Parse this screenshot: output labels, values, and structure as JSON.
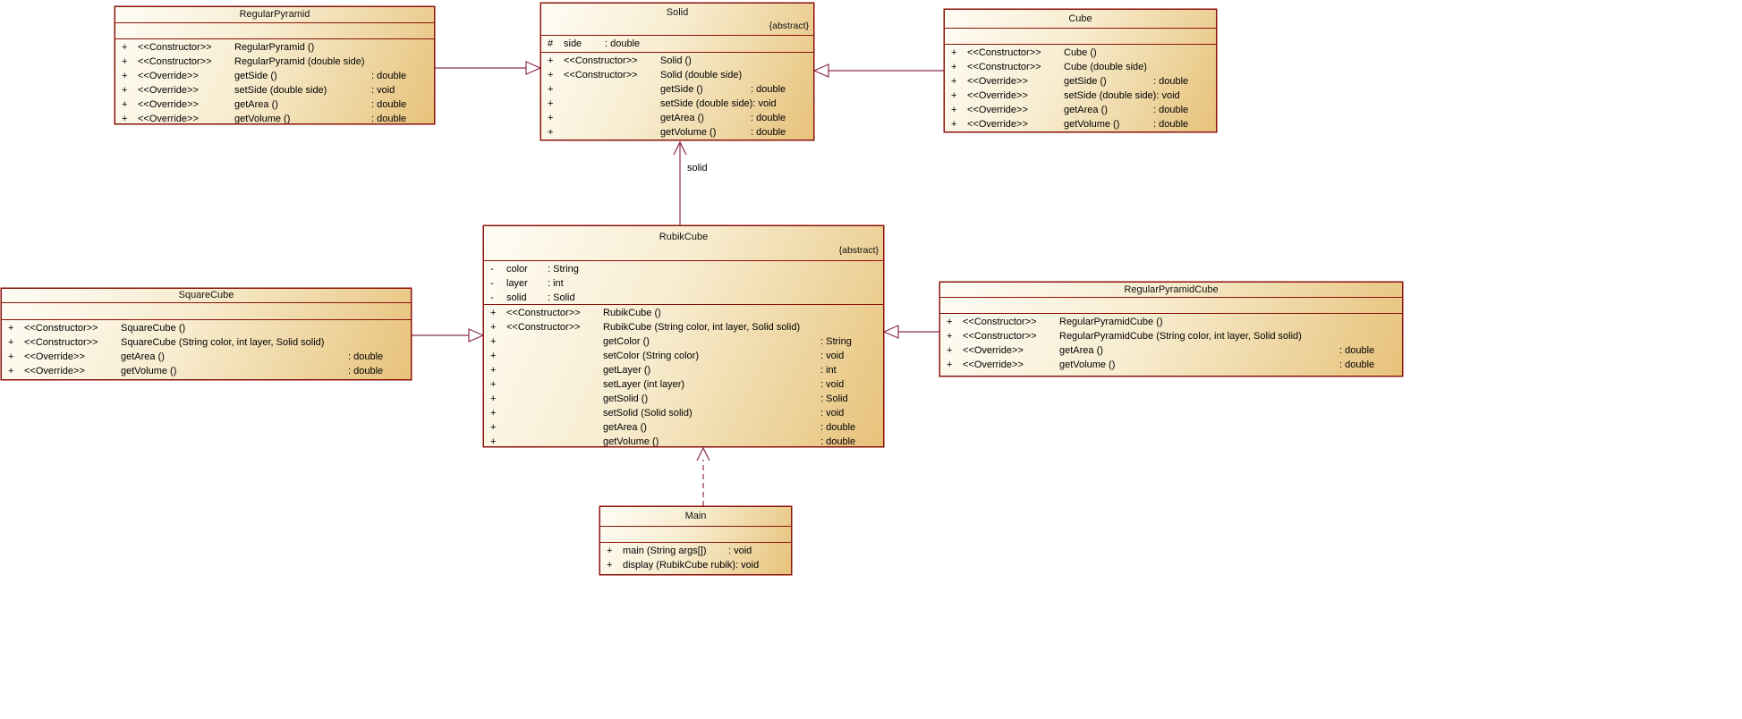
{
  "diagram": {
    "labels": {
      "solid_assoc": "solid"
    },
    "classes": [
      {
        "id": "regular-pyramid",
        "name": "RegularPyramid",
        "abstract_tag": "",
        "attributes": [],
        "methods": [
          {
            "vis": "+",
            "stereo": "<<Constructor>>",
            "sig": "RegularPyramid ()",
            "ret": ""
          },
          {
            "vis": "+",
            "stereo": "<<Constructor>>",
            "sig": "RegularPyramid (double side)",
            "ret": ""
          },
          {
            "vis": "+",
            "stereo": "<<Override>>",
            "sig": "getSide ()",
            "ret": ": double"
          },
          {
            "vis": "+",
            "stereo": "<<Override>>",
            "sig": "setSide (double side)",
            "ret": ": void"
          },
          {
            "vis": "+",
            "stereo": "<<Override>>",
            "sig": "getArea ()",
            "ret": ": double"
          },
          {
            "vis": "+",
            "stereo": "<<Override>>",
            "sig": "getVolume ()",
            "ret": ": double"
          }
        ]
      },
      {
        "id": "solid",
        "name": "Solid",
        "abstract_tag": "{abstract}",
        "attributes": [
          {
            "vis": "#",
            "name": "side",
            "type": ": double"
          }
        ],
        "methods": [
          {
            "vis": "+",
            "stereo": "<<Constructor>>",
            "sig": "Solid ()",
            "ret": ""
          },
          {
            "vis": "+",
            "stereo": "<<Constructor>>",
            "sig": "Solid (double side)",
            "ret": ""
          },
          {
            "vis": "+",
            "stereo": "",
            "sig": "getSide ()",
            "ret": ": double"
          },
          {
            "vis": "+",
            "stereo": "",
            "sig": "setSide (double side)",
            "ret": ": void"
          },
          {
            "vis": "+",
            "stereo": "",
            "sig": "getArea ()",
            "ret": ": double"
          },
          {
            "vis": "+",
            "stereo": "",
            "sig": "getVolume ()",
            "ret": ": double"
          }
        ]
      },
      {
        "id": "cube",
        "name": "Cube",
        "abstract_tag": "",
        "attributes": [],
        "methods": [
          {
            "vis": "+",
            "stereo": "<<Constructor>>",
            "sig": "Cube ()",
            "ret": ""
          },
          {
            "vis": "+",
            "stereo": "<<Constructor>>",
            "sig": "Cube (double side)",
            "ret": ""
          },
          {
            "vis": "+",
            "stereo": "<<Override>>",
            "sig": "getSide ()",
            "ret": ": double"
          },
          {
            "vis": "+",
            "stereo": "<<Override>>",
            "sig": "setSide (double side)",
            "ret": ": void"
          },
          {
            "vis": "+",
            "stereo": "<<Override>>",
            "sig": "getArea ()",
            "ret": ": double"
          },
          {
            "vis": "+",
            "stereo": "<<Override>>",
            "sig": "getVolume ()",
            "ret": ": double"
          }
        ]
      },
      {
        "id": "rubik-cube",
        "name": "RubikCube",
        "abstract_tag": "{abstract}",
        "attributes": [
          {
            "vis": "-",
            "name": "color",
            "type": ": String"
          },
          {
            "vis": "-",
            "name": "layer",
            "type": ": int"
          },
          {
            "vis": "-",
            "name": "solid",
            "type": ": Solid"
          }
        ],
        "methods": [
          {
            "vis": "+",
            "stereo": "<<Constructor>>",
            "sig": "RubikCube ()",
            "ret": ""
          },
          {
            "vis": "+",
            "stereo": "<<Constructor>>",
            "sig": "RubikCube (String color, int layer, Solid solid)",
            "ret": ""
          },
          {
            "vis": "+",
            "stereo": "",
            "sig": "getColor ()",
            "ret": ": String"
          },
          {
            "vis": "+",
            "stereo": "",
            "sig": "setColor (String color)",
            "ret": ": void"
          },
          {
            "vis": "+",
            "stereo": "",
            "sig": "getLayer ()",
            "ret": ": int"
          },
          {
            "vis": "+",
            "stereo": "",
            "sig": "setLayer (int layer)",
            "ret": ": void"
          },
          {
            "vis": "+",
            "stereo": "",
            "sig": "getSolid ()",
            "ret": ": Solid"
          },
          {
            "vis": "+",
            "stereo": "",
            "sig": "setSolid (Solid solid)",
            "ret": ": void"
          },
          {
            "vis": "+",
            "stereo": "",
            "sig": "getArea ()",
            "ret": ": double"
          },
          {
            "vis": "+",
            "stereo": "",
            "sig": "getVolume ()",
            "ret": ": double"
          }
        ]
      },
      {
        "id": "square-cube",
        "name": "SquareCube",
        "abstract_tag": "",
        "attributes": [],
        "methods": [
          {
            "vis": "+",
            "stereo": "<<Constructor>>",
            "sig": "SquareCube ()",
            "ret": ""
          },
          {
            "vis": "+",
            "stereo": "<<Constructor>>",
            "sig": "SquareCube (String color, int layer, Solid solid)",
            "ret": ""
          },
          {
            "vis": "+",
            "stereo": "<<Override>>",
            "sig": "getArea ()",
            "ret": ": double"
          },
          {
            "vis": "+",
            "stereo": "<<Override>>",
            "sig": "getVolume ()",
            "ret": ": double"
          }
        ]
      },
      {
        "id": "regular-pyramid-cube",
        "name": "RegularPyramidCube",
        "abstract_tag": "",
        "attributes": [],
        "methods": [
          {
            "vis": "+",
            "stereo": "<<Constructor>>",
            "sig": "RegularPyramidCube ()",
            "ret": ""
          },
          {
            "vis": "+",
            "stereo": "<<Constructor>>",
            "sig": "RegularPyramidCube (String color, int layer, Solid solid)",
            "ret": ""
          },
          {
            "vis": "+",
            "stereo": "<<Override>>",
            "sig": "getArea ()",
            "ret": ": double"
          },
          {
            "vis": "+",
            "stereo": "<<Override>>",
            "sig": "getVolume ()",
            "ret": ": double"
          }
        ]
      },
      {
        "id": "main",
        "name": "Main",
        "abstract_tag": "",
        "attributes": [],
        "methods": [
          {
            "vis": "+",
            "stereo": "",
            "sig": "main (String args[])",
            "ret": ": void"
          },
          {
            "vis": "+",
            "stereo": "",
            "sig": "display (RubikCube rubik)",
            "ret": ": void"
          }
        ]
      }
    ]
  }
}
